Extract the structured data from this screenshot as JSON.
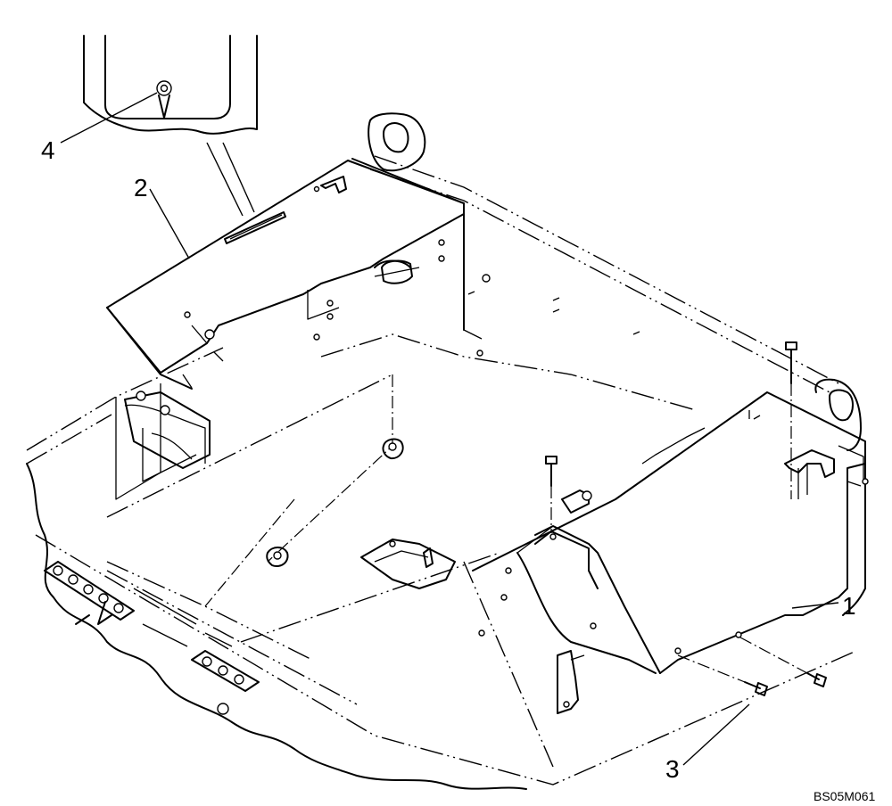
{
  "callouts": {
    "c1": "1",
    "c2": "2",
    "c3": "3",
    "c4": "4"
  },
  "drawing_code": "BS05M061"
}
